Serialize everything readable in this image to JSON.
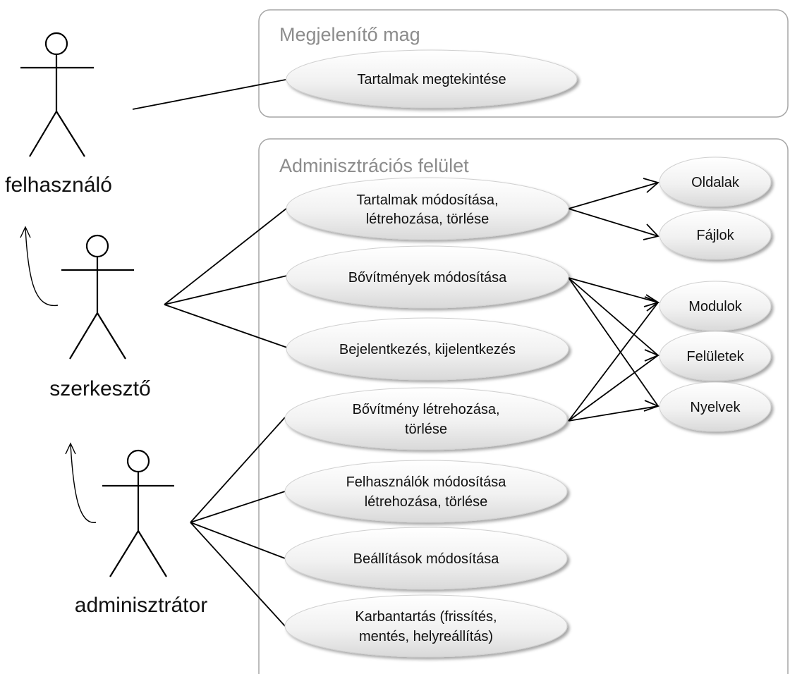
{
  "boundaries": {
    "display_core": "Megjelenítő mag",
    "admin_ui": "Adminisztrációs felület"
  },
  "actors": {
    "user": "felhasználó",
    "editor": "szerkesztő",
    "admin": "adminisztrátor"
  },
  "use_cases": {
    "view_content": [
      "Tartalmak megtekintése"
    ],
    "edit_content": [
      "Tartalmak módosítása,",
      "létrehozása, törlése"
    ],
    "edit_extensions": [
      "Bővítmények módosítása"
    ],
    "login_logout": [
      "Bejelentkezés, kijelentkezés"
    ],
    "create_extension": [
      "Bővítmény létrehozása,",
      "törlése"
    ],
    "edit_users": [
      "Felhasználók módosítása",
      "létrehozása, törlése"
    ],
    "edit_settings": [
      "Beállítások módosítása"
    ],
    "maintenance": [
      "Karbantartás (frissítés,",
      "mentés, helyreállítás)"
    ],
    "pages": [
      "Oldalak"
    ],
    "files": [
      "Fájlok"
    ],
    "modules": [
      "Modulok"
    ],
    "templates": [
      "Felületek"
    ],
    "languages": [
      "Nyelvek"
    ]
  },
  "colors": {
    "boundary_stroke": "#a6a6a6",
    "boundary_title": "#8c8c8c",
    "use_case_fill_top": "#ffffff",
    "use_case_fill_bottom": "#dcdcdc"
  }
}
